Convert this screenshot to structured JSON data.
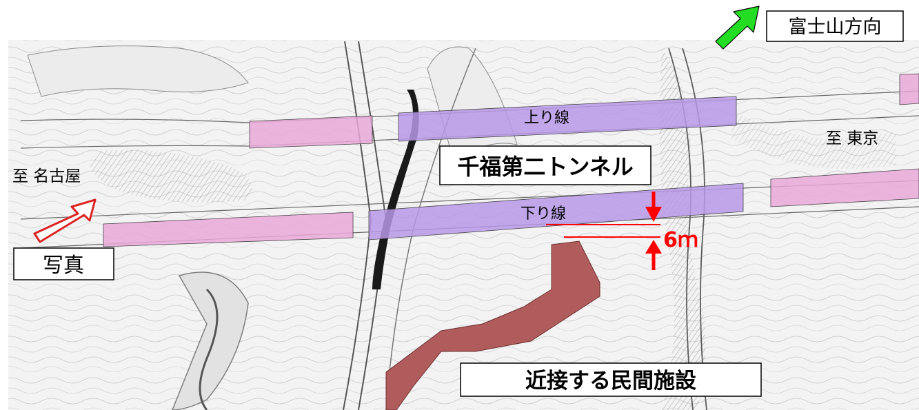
{
  "direction": {
    "label": "富士山方向",
    "arrow_color": "#22dd22"
  },
  "destinations": {
    "west": "至 名古屋",
    "east": "至 東京"
  },
  "tunnel": {
    "name": "千福第二トンネル",
    "upper_line": "上り線",
    "lower_line": "下り線",
    "tunnel_color": "#b898e8",
    "approach_color": "#e9a8d8"
  },
  "clearance": {
    "label": "6ｍ",
    "color": "#ff0000"
  },
  "photo": {
    "label": "写真",
    "arrow_color": "#ffffff",
    "arrow_outline": "#dd2222"
  },
  "facility": {
    "label": "近接する民間施設",
    "color": "#b05c5c"
  }
}
